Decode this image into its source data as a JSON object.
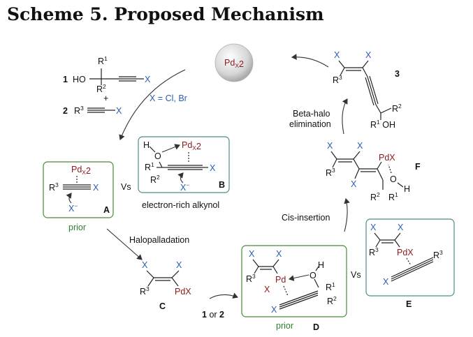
{
  "title": "Scheme 5. Proposed Mechanism",
  "catalyst": {
    "label": "PdX2",
    "color": "#8b1a1a"
  },
  "halide_note": "X = Cl, Br",
  "reagents": {
    "one": "1",
    "two": "2",
    "plus": "+"
  },
  "steps": {
    "halopalladation": "Halopalladation",
    "cis_insertion": "Cis-insertion",
    "beta_halo_elim_1": "Beta-halo",
    "beta_halo_elim_2": "elimination",
    "regen_prefix": "1",
    "regen_or": "or",
    "regen_suffix": "2"
  },
  "labels": {
    "A": "A",
    "B": "B",
    "C": "C",
    "D": "D",
    "E": "E",
    "F": "F",
    "three": "3",
    "vs1": "Vs",
    "vs2": "Vs",
    "prior1": "prior",
    "prior2": "prior",
    "electron_rich": "electron-rich alkynol"
  },
  "colors": {
    "halide": "#2a5db0",
    "palladium": "#8b1a1a",
    "prior": "#2e7d32",
    "box_green": "#4a8a3a",
    "box_teal": "#4f8a8a"
  }
}
